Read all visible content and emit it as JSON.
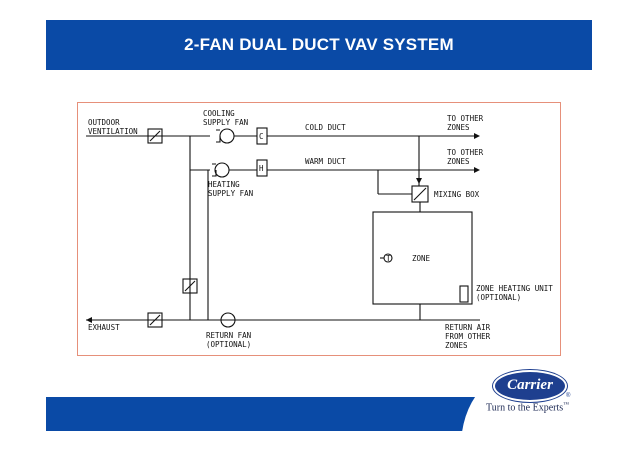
{
  "slide": {
    "title": "2-FAN DUAL DUCT VAV SYSTEM"
  },
  "diagram": {
    "outdoor_ventilation": [
      "OUTDOOR",
      "VENTILATION"
    ],
    "cooling_supply_fan": [
      "COOLING",
      "SUPPLY FAN"
    ],
    "cooling_coil": "C",
    "cold_duct": "COLD DUCT",
    "to_other_zones_1": [
      "TO OTHER",
      "ZONES"
    ],
    "to_other_zones_2": [
      "TO OTHER",
      "ZONES"
    ],
    "heating_coil": "H",
    "warm_duct": "WARM DUCT",
    "heating_supply_fan": [
      "HEATING",
      "SUPPLY FAN"
    ],
    "mixing_box": "MIXING BOX",
    "thermostat": "T",
    "zone": "ZONE",
    "zone_heating_unit": [
      "ZONE HEATING UNIT",
      "(OPTIONAL)"
    ],
    "exhaust": "EXHAUST",
    "return_fan": [
      "RETURN FAN",
      "(OPTIONAL)"
    ],
    "return_air": [
      "RETURN AIR",
      "FROM OTHER",
      "ZONES"
    ],
    "damper_symbol": "Ø"
  },
  "branding": {
    "logo_word": "Carrier",
    "registered": "®",
    "tagline": "Turn to the Experts",
    "tagline_mark": "™",
    "colors": {
      "band": "#0a4aa6",
      "logo": "#1e3f8f",
      "frame": "#e6907a"
    }
  }
}
